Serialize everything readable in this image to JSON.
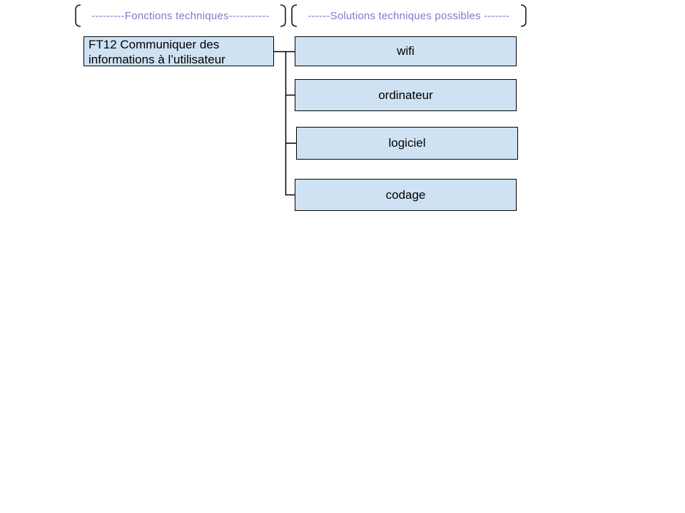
{
  "colors": {
    "box_fill": "#cfe2f3",
    "box_border": "#000000",
    "header_text": "#8477cd",
    "bracket": "#1a1a1a",
    "connector": "#000000",
    "canvas_bg": "#ffffff"
  },
  "headers": [
    {
      "label": "---------Fonctions techniques-----------"
    },
    {
      "label": "------Solutions techniques possibles -------"
    }
  ],
  "function_box": {
    "label": "FT12 Communiquer des informations à l’utilisateur"
  },
  "solution_boxes": [
    {
      "label": "wifi"
    },
    {
      "label": "ordinateur"
    },
    {
      "label": "logiciel"
    },
    {
      "label": "codage"
    }
  ]
}
